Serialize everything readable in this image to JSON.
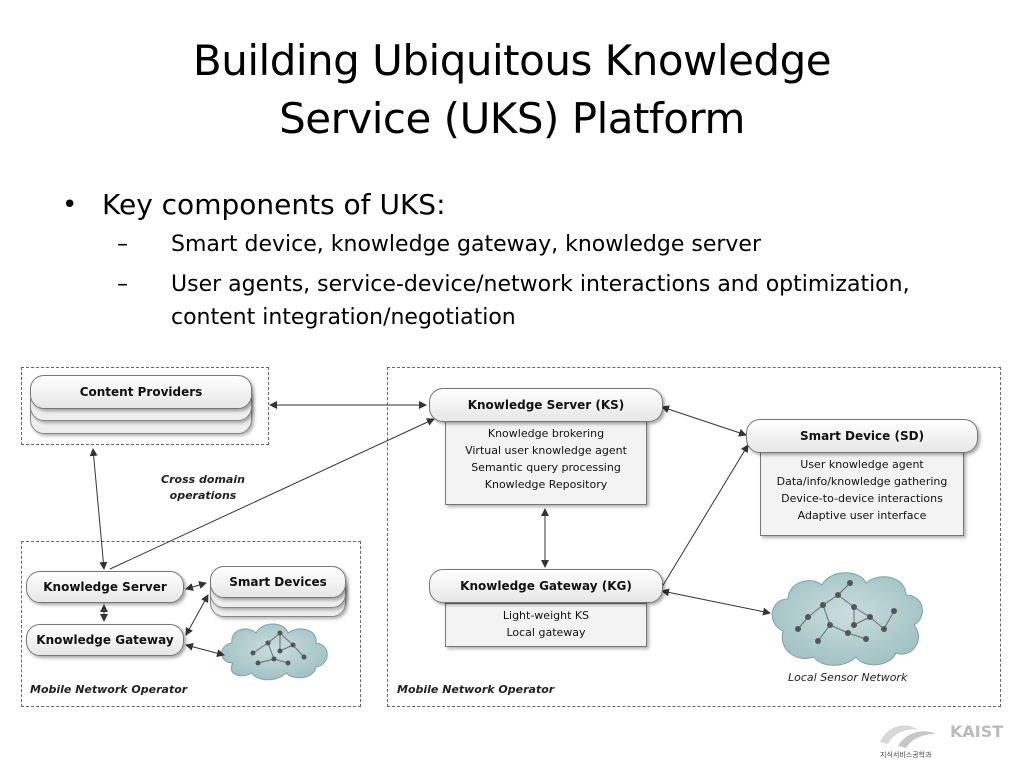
{
  "title": {
    "line1": "Building Ubiquitous Knowledge",
    "line2": "Service (UKS) Platform"
  },
  "bullets": {
    "main": "Key components of UKS:",
    "sub": [
      "Smart device, knowledge gateway, knowledge server",
      "User agents, service-device/network interactions and optimization, content integration/negotiation"
    ]
  },
  "diagram": {
    "content_providers": "Content Providers",
    "cross_domain": [
      "Cross domain",
      "operations"
    ],
    "left_domain": {
      "knowledge_server": "Knowledge Server",
      "knowledge_gateway": "Knowledge Gateway",
      "smart_devices": "Smart Devices",
      "operator_label": "Mobile Network Operator"
    },
    "right_domain": {
      "ks": {
        "title": "Knowledge Server (KS)",
        "items": [
          "Knowledge brokering",
          "Virtual user knowledge agent",
          "Semantic query processing",
          "Knowledge Repository"
        ]
      },
      "sd": {
        "title": "Smart Device (SD)",
        "items": [
          "User knowledge agent",
          "Data/info/knowledge gathering",
          "Device-to-device interactions",
          "Adaptive user interface"
        ]
      },
      "kg": {
        "title": "Knowledge Gateway (KG)",
        "items": [
          "Light-weight KS",
          "Local gateway"
        ]
      },
      "local_sensor_label": "Local Sensor Network",
      "operator_label": "Mobile Network Operator"
    }
  },
  "logo": {
    "text": "KAIST",
    "sub": "지식서비스공학과"
  }
}
